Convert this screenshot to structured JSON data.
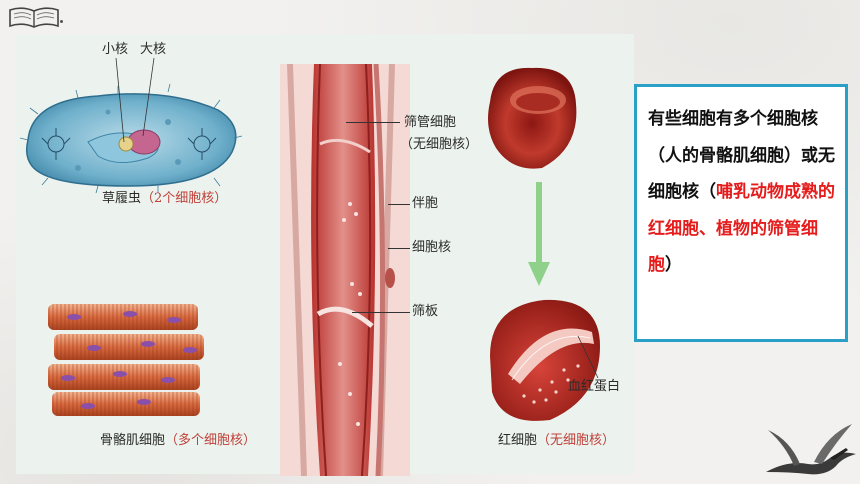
{
  "figure": {
    "paramecium": {
      "label": "草履虫",
      "paren": "（2个细胞核）",
      "micronucleus": "小核",
      "macronucleus": "大核"
    },
    "skeletal_muscle": {
      "label": "骨骼肌细胞",
      "paren": "（多个细胞核）"
    },
    "sieve_tube": {
      "sieve_cell": "筛管细胞",
      "sieve_paren": "（无细胞核）",
      "companion": "伴胞",
      "nucleus": "细胞核",
      "sieve_plate": "筛板"
    },
    "red_blood_cell": {
      "label": "红细胞",
      "paren": "（无细胞核）",
      "hemoglobin": "血红蛋白"
    }
  },
  "text_box": {
    "part1": "有些细胞有多个细胞核（人的骨骼肌细胞）或无细胞核（",
    "highlight": "哺乳动物成熟的红细胞、植物的筛管细胞",
    "part2": "）"
  }
}
